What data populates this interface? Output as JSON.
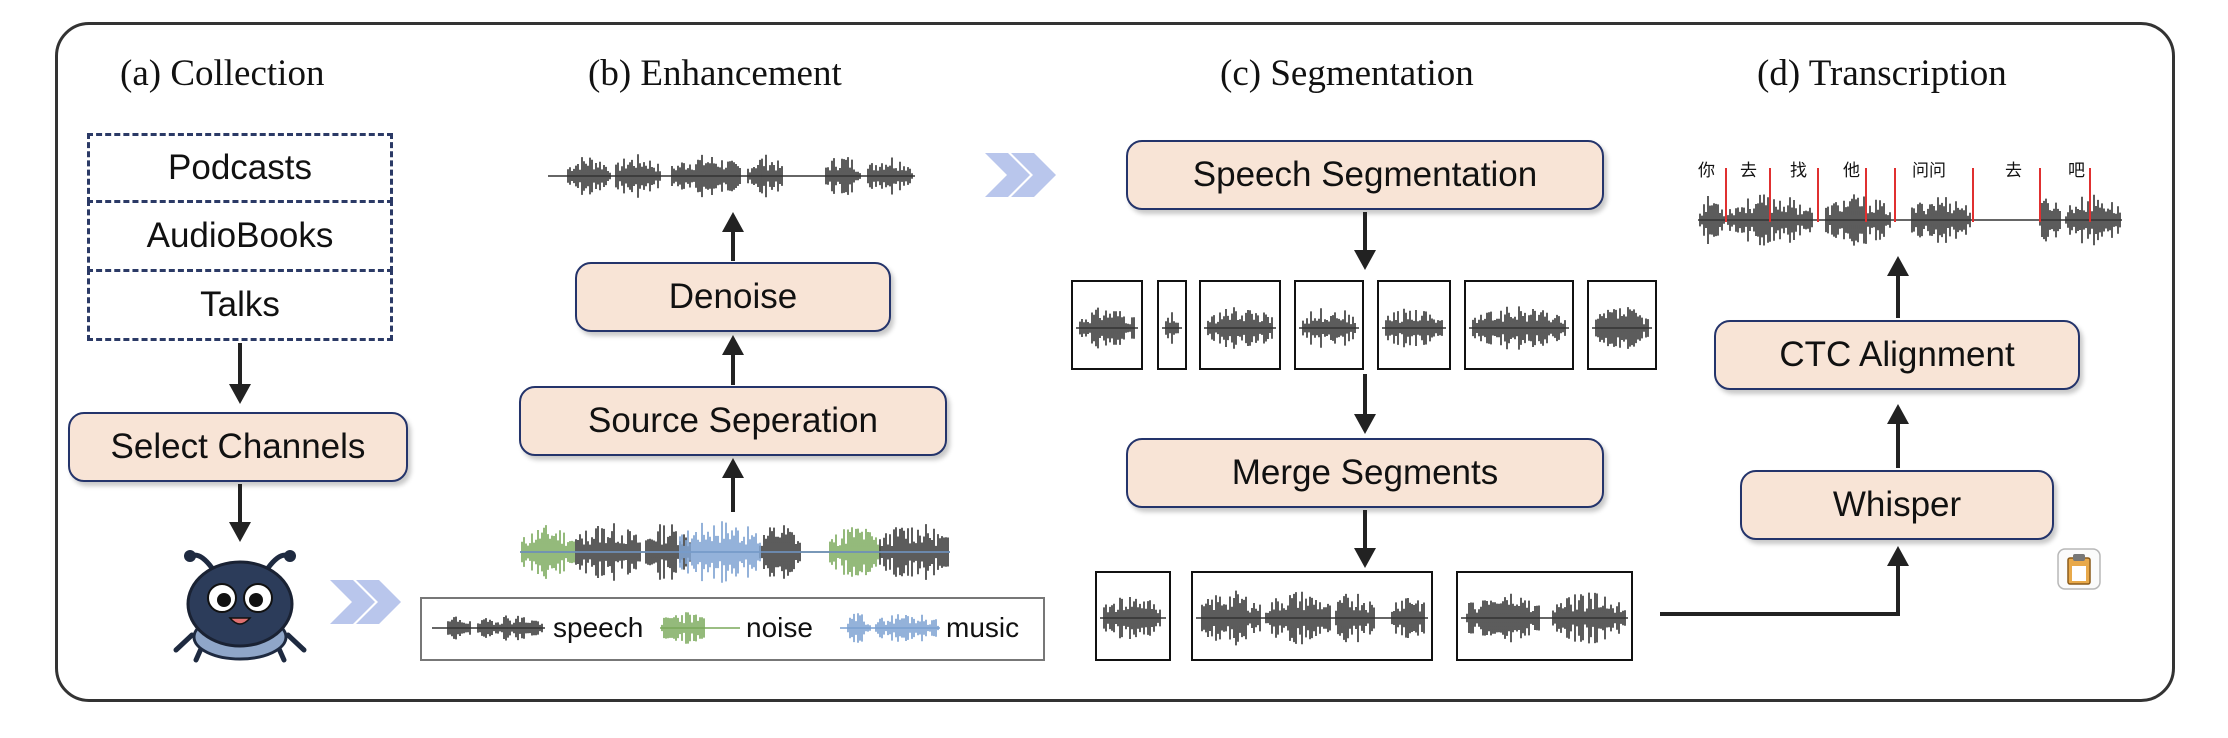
{
  "panels": {
    "collection": {
      "title": "(a) Collection",
      "sources": [
        "Podcasts",
        "AudioBooks",
        "Talks"
      ],
      "select": "Select Channels"
    },
    "enhancement": {
      "title": "(b) Enhancement",
      "denoise": "Denoise",
      "separation": "Source Seperation",
      "legend": {
        "speech": "speech",
        "noise": "noise",
        "music": "music"
      }
    },
    "segmentation": {
      "title": "(c) Segmentation",
      "speech_seg": "Speech Segmentation",
      "merge": "Merge Segments"
    },
    "transcription": {
      "title": "(d) Transcription",
      "ctc": "CTC Alignment",
      "whisper": "Whisper",
      "characters": [
        "你",
        "去",
        "找",
        "他",
        "问问",
        "去",
        "吧"
      ]
    }
  },
  "colors": {
    "speech": "#333333",
    "noise": "#7aa85a",
    "music": "#7a9fd0",
    "box_fill": "#f8e4d6",
    "box_border": "#24346b",
    "chevron": "#b9c6ec",
    "alignment_line": "#e03030"
  },
  "icons": [
    "bug-mascot-icon",
    "clipboard-icon",
    "chevron-right-icon"
  ]
}
